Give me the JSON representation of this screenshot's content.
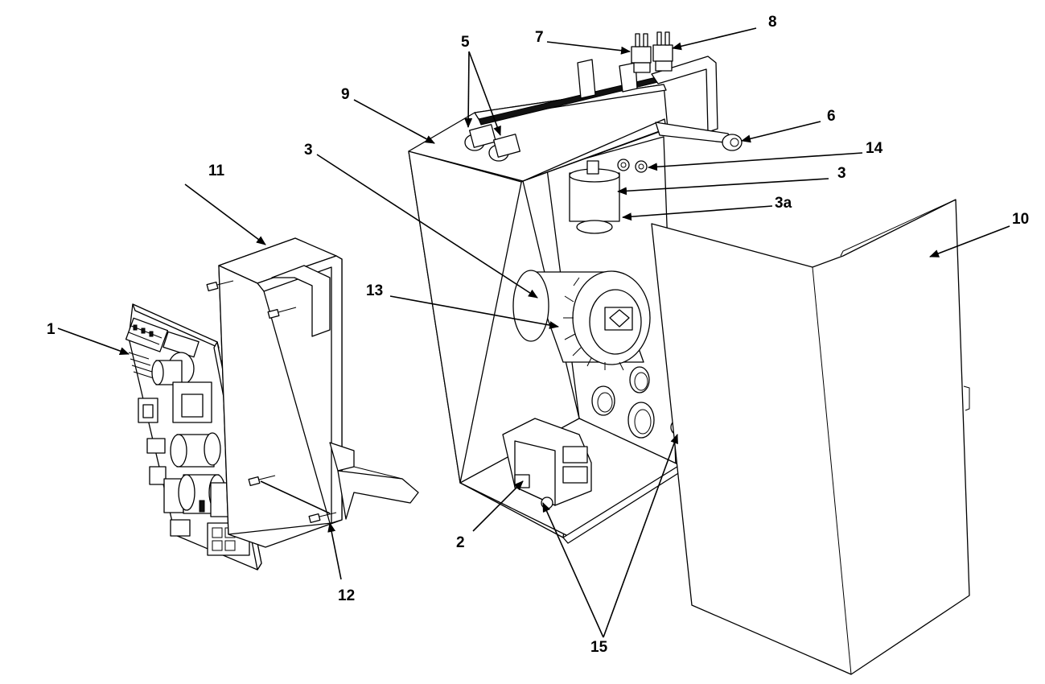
{
  "callouts": [
    {
      "id": "c1",
      "text": "1"
    },
    {
      "id": "c2",
      "text": "2"
    },
    {
      "id": "c3top",
      "text": "3"
    },
    {
      "id": "c3right",
      "text": "3"
    },
    {
      "id": "c3a",
      "text": "3a"
    },
    {
      "id": "c5",
      "text": "5"
    },
    {
      "id": "c6",
      "text": "6"
    },
    {
      "id": "c7",
      "text": "7"
    },
    {
      "id": "c8",
      "text": "8"
    },
    {
      "id": "c9",
      "text": "9"
    },
    {
      "id": "c10",
      "text": "10"
    },
    {
      "id": "c11",
      "text": "11"
    },
    {
      "id": "c12",
      "text": "12"
    },
    {
      "id": "c13",
      "text": "13"
    },
    {
      "id": "c14",
      "text": "14"
    },
    {
      "id": "c15",
      "text": "15"
    }
  ]
}
